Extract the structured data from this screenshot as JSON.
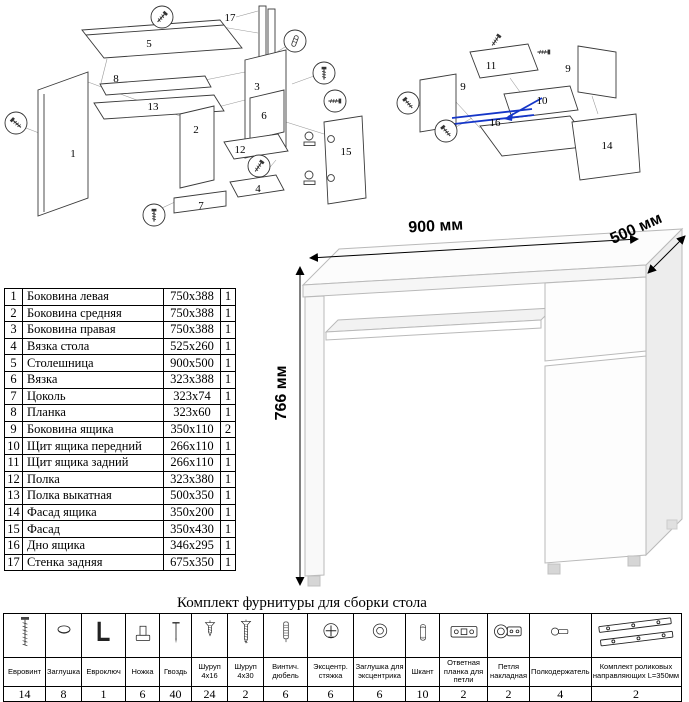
{
  "page": {
    "background": "#ffffff",
    "line_color": "#3a3a3a",
    "accent_blue": "#1536c8"
  },
  "dimensions": {
    "width": "900 мм",
    "depth": "500 мм",
    "height": "766 мм"
  },
  "parts_table": {
    "rows": [
      {
        "num": "1",
        "name": "Боковина левая",
        "size": "750x388",
        "qty": "1"
      },
      {
        "num": "2",
        "name": "Боковина средняя",
        "size": "750x388",
        "qty": "1"
      },
      {
        "num": "3",
        "name": "Боковина правая",
        "size": "750x388",
        "qty": "1"
      },
      {
        "num": "4",
        "name": "Вязка стола",
        "size": "525x260",
        "qty": "1"
      },
      {
        "num": "5",
        "name": "Столешница",
        "size": "900x500",
        "qty": "1"
      },
      {
        "num": "6",
        "name": "Вязка",
        "size": "323x388",
        "qty": "1"
      },
      {
        "num": "7",
        "name": "Цоколь",
        "size": "323x74",
        "qty": "1"
      },
      {
        "num": "8",
        "name": "Планка",
        "size": "323x60",
        "qty": "1"
      },
      {
        "num": "9",
        "name": "Боковина ящика",
        "size": "350x110",
        "qty": "2"
      },
      {
        "num": "10",
        "name": "Щит ящика передний",
        "size": "266x110",
        "qty": "1"
      },
      {
        "num": "11",
        "name": "Щит ящика задний",
        "size": "266x110",
        "qty": "1"
      },
      {
        "num": "12",
        "name": "Полка",
        "size": "323x380",
        "qty": "1"
      },
      {
        "num": "13",
        "name": "Полка выкатная",
        "size": "500x350",
        "qty": "1"
      },
      {
        "num": "14",
        "name": "Фасад ящика",
        "size": "350x200",
        "qty": "1"
      },
      {
        "num": "15",
        "name": "Фасад",
        "size": "350x430",
        "qty": "1"
      },
      {
        "num": "16",
        "name": "Дно ящика",
        "size": "346x295",
        "qty": "1"
      },
      {
        "num": "17",
        "name": "Стенка задняя",
        "size": "675x350",
        "qty": "1"
      }
    ]
  },
  "hardware": {
    "title": "Комплект фурнитуры для сборки стола",
    "items": [
      {
        "label": "Евровинт",
        "qty": "14",
        "icon": "eurovint-icon"
      },
      {
        "label": "Заглушка",
        "qty": "8",
        "icon": "cap-icon"
      },
      {
        "label": "Евроключ",
        "qty": "1",
        "icon": "hex-key-icon"
      },
      {
        "label": "Ножка",
        "qty": "6",
        "icon": "foot-icon"
      },
      {
        "label": "Гвоздь",
        "qty": "40",
        "icon": "nail-icon"
      },
      {
        "label": "Шуруп 4x16",
        "qty": "24",
        "icon": "screw-short-icon"
      },
      {
        "label": "Шуруп 4x30",
        "qty": "2",
        "icon": "screw-long-icon"
      },
      {
        "label": "Винтич. дюбель",
        "qty": "6",
        "icon": "dowel-screw-icon"
      },
      {
        "label": "Эксцентр. стяжка",
        "qty": "6",
        "icon": "cam-lock-icon"
      },
      {
        "label": "Заглушка для эксцентрика",
        "qty": "6",
        "icon": "cam-cap-icon"
      },
      {
        "label": "Шкант",
        "qty": "10",
        "icon": "wood-dowel-icon"
      },
      {
        "label": "Ответная планка для петли",
        "qty": "2",
        "icon": "hinge-plate-icon"
      },
      {
        "label": "Петля накладная",
        "qty": "2",
        "icon": "hinge-icon"
      },
      {
        "label": "Полкодержатель",
        "qty": "4",
        "icon": "shelf-pin-icon"
      },
      {
        "label": "Комплект роликовых направляющих L=350мм",
        "qty": "2",
        "icon": "roller-guides-icon"
      }
    ]
  },
  "desk_diagram": {
    "labels": {
      "p1": "1",
      "p2": "2",
      "p3": "3",
      "p4": "4",
      "p5": "5",
      "p6": "6",
      "p7": "7",
      "p8": "8",
      "p12": "12",
      "p13": "13",
      "p15": "15",
      "p17": "17"
    }
  },
  "drawer_diagram": {
    "labels": {
      "p9a": "9",
      "p9b": "9",
      "p10": "10",
      "p11": "11",
      "p14": "14",
      "p16": "16"
    }
  }
}
